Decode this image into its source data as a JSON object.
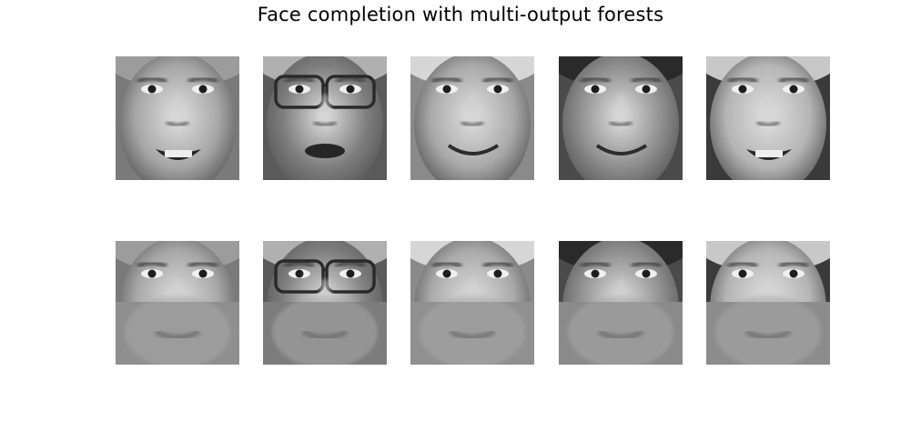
{
  "figure": {
    "title": "Face completion with multi-output forests"
  },
  "rows": [
    {
      "kind": "true",
      "faces": [
        {
          "id": "face-1",
          "skin": "#a6a6a6",
          "bg": "#7a7a7a",
          "hair": "#9c9c9c",
          "glasses": false,
          "mouth": "teeth"
        },
        {
          "id": "face-2",
          "skin": "#7e7e7e",
          "bg": "#5a5a5a",
          "hair": "#b0b0b0",
          "glasses": true,
          "mouth": "open"
        },
        {
          "id": "face-3",
          "skin": "#a9a9a9",
          "bg": "#8a8a8a",
          "hair": "#d6d6d6",
          "glasses": false,
          "mouth": "smile"
        },
        {
          "id": "face-4",
          "skin": "#8e8e8e",
          "bg": "#4a4a4a",
          "hair": "#2a2a2a",
          "glasses": false,
          "mouth": "smile"
        },
        {
          "id": "face-5",
          "skin": "#b5b5b5",
          "bg": "#3a3a3a",
          "hair": "#c8c8c8",
          "glasses": false,
          "mouth": "teeth"
        }
      ]
    },
    {
      "kind": "completed",
      "faces": [
        {
          "id": "face-1",
          "skin": "#a6a6a6",
          "bg": "#7a7a7a",
          "hair": "#9c9c9c",
          "glasses": false,
          "lower": "#8f8f8f"
        },
        {
          "id": "face-2",
          "skin": "#7e7e7e",
          "bg": "#5a5a5a",
          "hair": "#b0b0b0",
          "glasses": true,
          "lower": "#7c7c7c"
        },
        {
          "id": "face-3",
          "skin": "#a9a9a9",
          "bg": "#8a8a8a",
          "hair": "#d6d6d6",
          "glasses": false,
          "lower": "#909090"
        },
        {
          "id": "face-4",
          "skin": "#8e8e8e",
          "bg": "#4a4a4a",
          "hair": "#2a2a2a",
          "glasses": false,
          "lower": "#8a8a8a"
        },
        {
          "id": "face-5",
          "skin": "#b5b5b5",
          "bg": "#3a3a3a",
          "hair": "#c8c8c8",
          "glasses": false,
          "lower": "#8c8c8c"
        }
      ]
    }
  ]
}
